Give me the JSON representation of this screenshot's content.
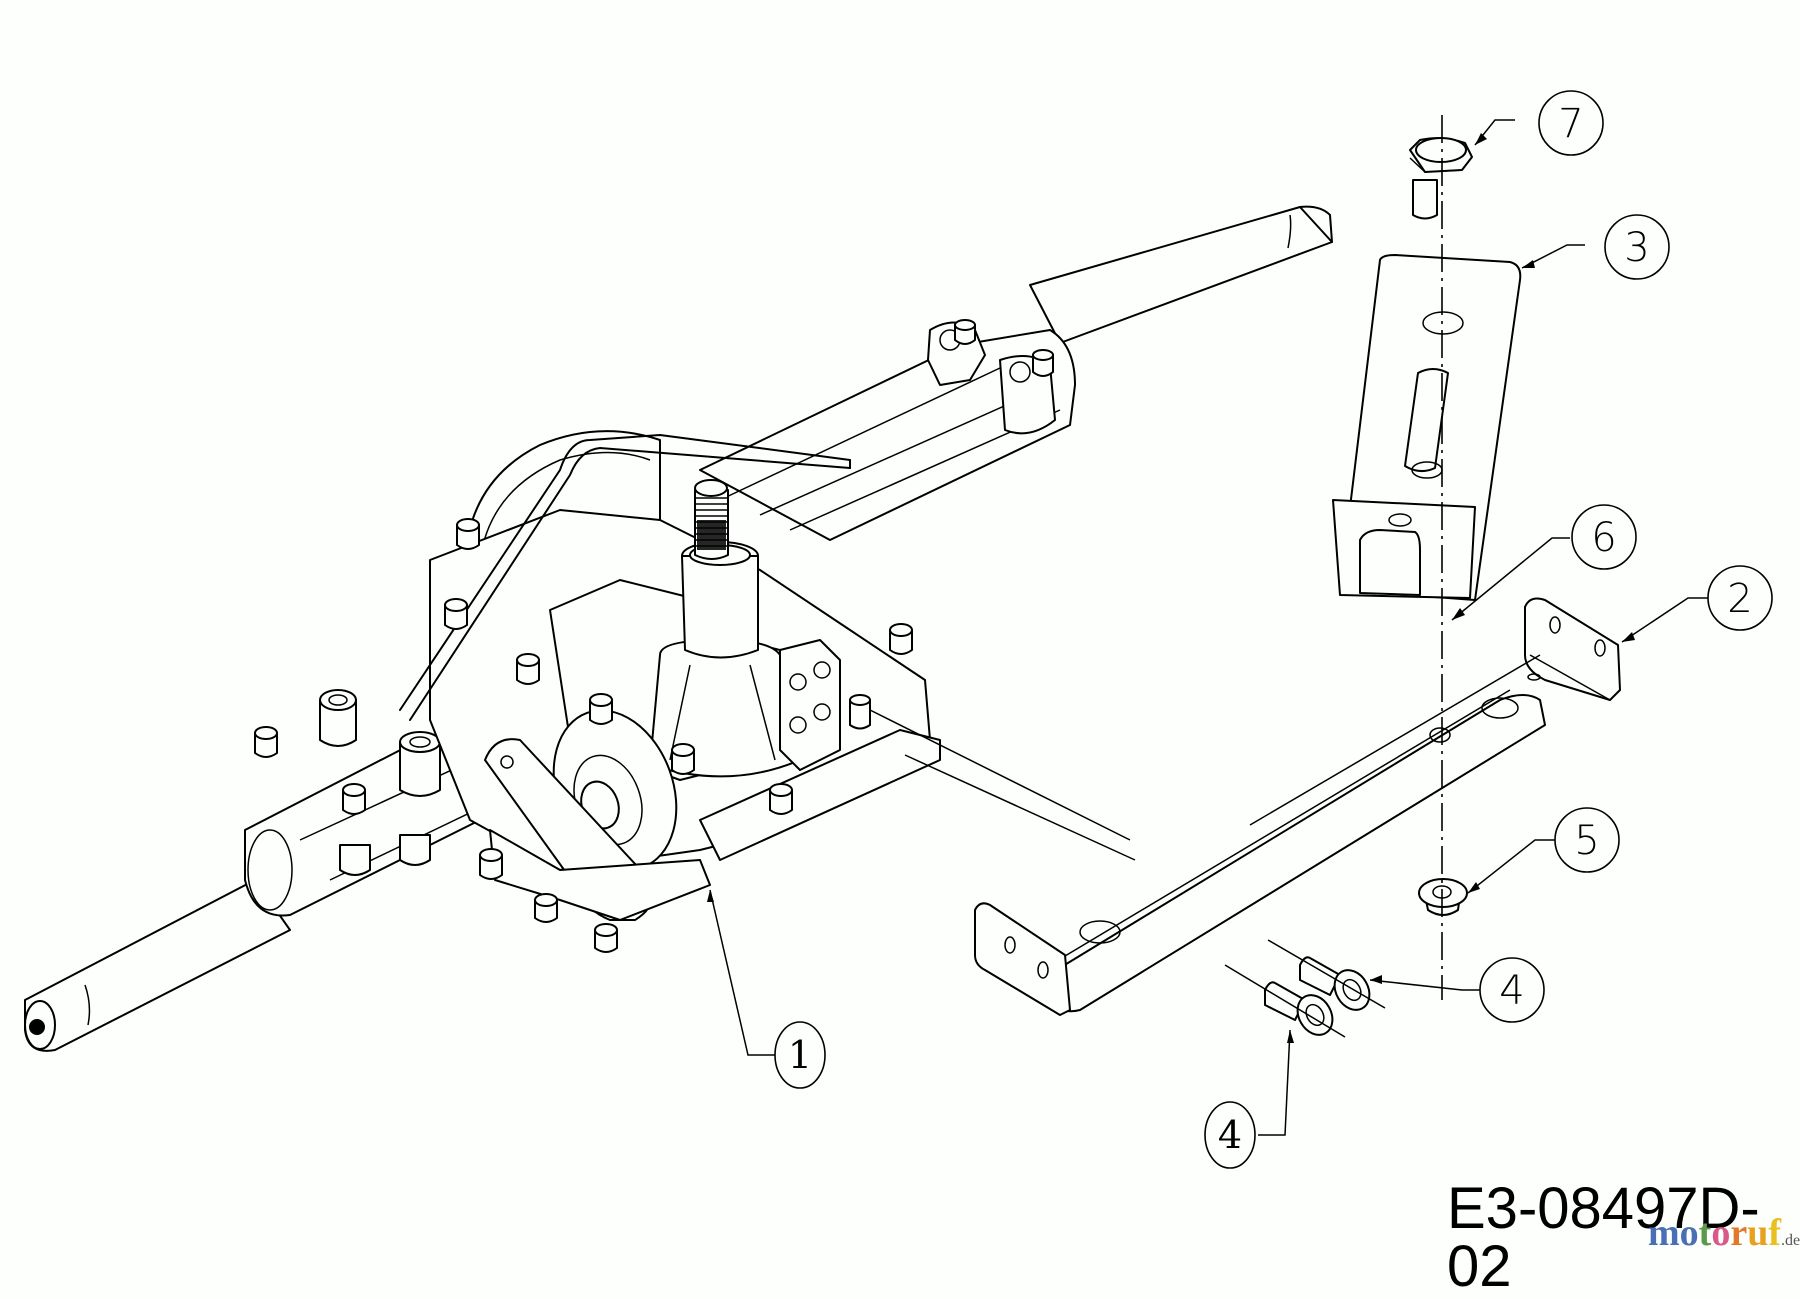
{
  "diagram": {
    "type": "exploded-parts-diagram",
    "subject": "transmission / transaxle assembly with mounting brackets",
    "drawing_id": "E3-08497D-02",
    "background": "#fdfffd",
    "line_color": "#000000",
    "watermark": {
      "letters": [
        {
          "char": "m",
          "color": "#4a6fb5"
        },
        {
          "char": "o",
          "color": "#4a6fb5"
        },
        {
          "char": "t",
          "color": "#5a9a4a"
        },
        {
          "char": "o",
          "color": "#d65a8a"
        },
        {
          "char": "r",
          "color": "#e07a2a"
        },
        {
          "char": "u",
          "color": "#e8a020"
        },
        {
          "char": "f",
          "color": "#e8c020"
        }
      ],
      "suffix": ".de"
    },
    "callouts": [
      {
        "id": "c1",
        "label": "1",
        "part": "transaxle"
      },
      {
        "id": "c2",
        "label": "2",
        "part": "mounting bracket"
      },
      {
        "id": "c3",
        "label": "3",
        "part": "slotted plate"
      },
      {
        "id": "c4a",
        "label": "4",
        "part": "flange bolt"
      },
      {
        "id": "c4b",
        "label": "4",
        "part": "flange bolt"
      },
      {
        "id": "c5",
        "label": "5",
        "part": "flange nut"
      },
      {
        "id": "c6",
        "label": "6",
        "part": "assembly axis"
      },
      {
        "id": "c7",
        "label": "7",
        "part": "hex bolt"
      }
    ]
  }
}
